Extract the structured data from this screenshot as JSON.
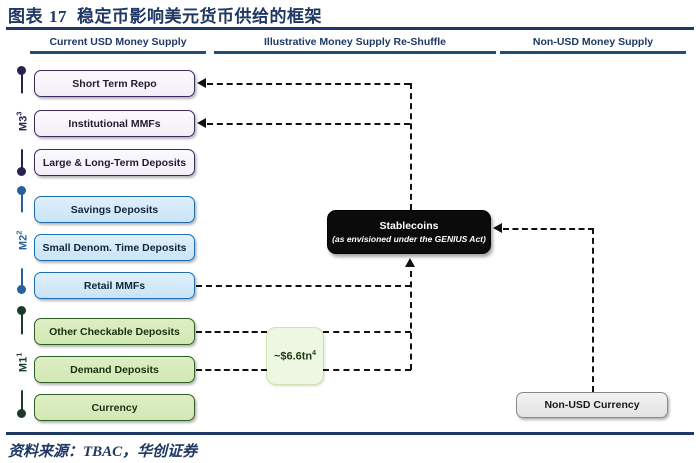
{
  "figure": {
    "label": "图表",
    "number": "17",
    "title": "稳定币影响美元货币供给的框架",
    "source": "资料来源：TBAC，华创证券"
  },
  "columns": [
    {
      "id": "current-usd-money-supply",
      "label": "Current USD Money Supply"
    },
    {
      "id": "illustrative-reshuffle",
      "label": "Illustrative Money Supply Re-Shuffle"
    },
    {
      "id": "non-usd-money-supply",
      "label": "Non-USD Money Supply"
    }
  ],
  "brackets": [
    {
      "id": "m3",
      "label": "M3",
      "superscript": "3",
      "color": "#2b2150"
    },
    {
      "id": "m2",
      "label": "M2",
      "superscript": "2",
      "color": "#2a6099"
    },
    {
      "id": "m1",
      "label": "M1",
      "superscript": "1",
      "color": "#1b3a2a"
    }
  ],
  "nodes": {
    "short_term_repo": "Short Term Repo",
    "institutional_mmfs": "Institutional MMFs",
    "large_long_term_deposits": "Large & Long-Term Deposits",
    "savings_deposits": "Savings Deposits",
    "small_denom_time_deposits": "Small Denom. Time Deposits",
    "retail_mmfs": "Retail MMFs",
    "other_checkable_deposits": "Other Checkable Deposits",
    "demand_deposits": "Demand Deposits",
    "currency": "Currency",
    "non_usd_currency": "Non-USD Currency"
  },
  "stablecoins": {
    "title": "Stablecoins",
    "subtitle": "(as envisioned under the GENIUS Act)"
  },
  "amount": {
    "value": "~$6.6tn",
    "superscript": "4"
  },
  "colors": {
    "title_navy": "#1f3864",
    "header_rule": "#1f4e79",
    "m3_border": "#3b2a5e",
    "m2_border": "#1f6cb0",
    "m1_border": "#2f5e26",
    "stablecoin_fill": "#0b0b0b",
    "amount_fill": "#eef7e2",
    "connector": "#111111"
  }
}
